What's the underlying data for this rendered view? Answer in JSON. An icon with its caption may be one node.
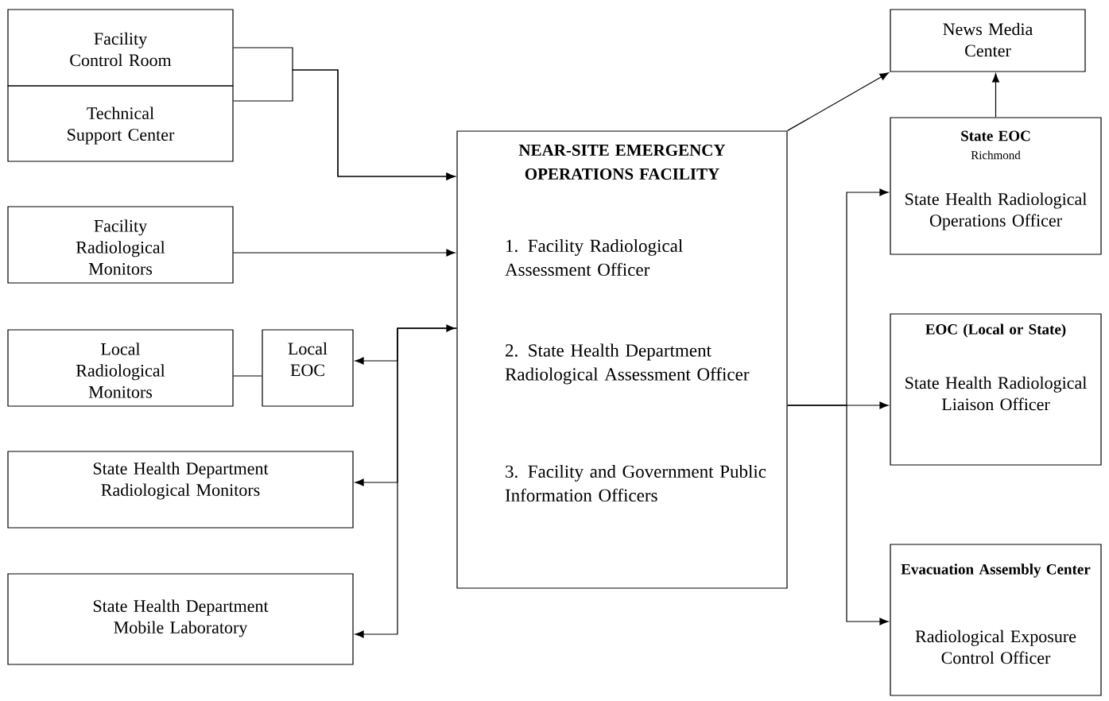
{
  "diagram": {
    "nodes": [
      {
        "text": [
          "Facility Control Room"
        ]
      },
      {
        "text": [
          "Technical Support Center"
        ]
      },
      {
        "text": [
          "Facility Radiological Monitors"
        ]
      },
      {
        "text": [
          "Local Radiological Monitors"
        ]
      },
      {
        "text": [
          "Local EOC"
        ]
      },
      {
        "text": [
          "State Health Department Radiological Monitors"
        ]
      },
      {
        "text": [
          "State Health Department Mobile Laboratory"
        ]
      },
      {
        "text": [
          "NEAR-SITE EMERGENCY OPERATIONS FACILITY",
          "1. Facility Radiological Assessment Officer",
          "2. State Health Department Radiological Assessment Officer",
          "3. Facility and Government Public Information Officers"
        ]
      },
      {
        "text": [
          "News Media Center"
        ]
      },
      {
        "text": [
          "State EOC",
          "Richmond",
          "State Health Radiological Operations Officer"
        ]
      },
      {
        "text": [
          "EOC (Local or State)",
          "State Health Radiological Liaison Officer"
        ]
      },
      {
        "text": [
          "Evacuation Assembly Center",
          "Radiological Exposure Control Officer"
        ]
      }
    ],
    "edges": [
      {
        "from": 0,
        "to": 7,
        "arrow": "to"
      },
      {
        "from": 1,
        "to": 7,
        "arrow": "to"
      },
      {
        "from": 2,
        "to": 7,
        "arrow": "to"
      },
      {
        "from": 3,
        "to": 4,
        "arrow": "none"
      },
      {
        "from": 7,
        "to": 4,
        "arrow": "both"
      },
      {
        "from": 7,
        "to": 5,
        "arrow": "to"
      },
      {
        "from": 7,
        "to": 6,
        "arrow": "to"
      },
      {
        "from": 7,
        "to": 8,
        "arrow": "to"
      },
      {
        "from": 9,
        "to": 8,
        "arrow": "to"
      },
      {
        "from": 7,
        "to": 9,
        "arrow": "to"
      },
      {
        "from": 7,
        "to": 10,
        "arrow": "to"
      },
      {
        "from": 7,
        "to": 11,
        "arrow": "to"
      }
    ]
  }
}
